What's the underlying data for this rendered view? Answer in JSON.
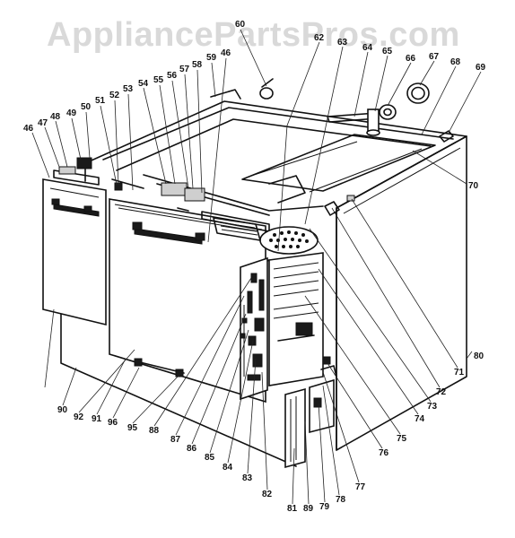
{
  "watermark": "AppliancePartsPros.com",
  "callouts": {
    "c46a": "46",
    "c47": "47",
    "c48": "48",
    "c49": "49",
    "c50": "50",
    "c51": "51",
    "c52": "52",
    "c53": "53",
    "c54": "54",
    "c55": "55",
    "c56": "56",
    "c57": "57",
    "c58": "58",
    "c46b": "46",
    "c60": "60",
    "c62": "62",
    "c63": "63",
    "c64": "64",
    "c65": "65",
    "c66": "66",
    "c67": "67",
    "c68": "68",
    "c69": "69",
    "c70": "70",
    "c71": "71",
    "c72": "72",
    "c73": "73",
    "c74": "74",
    "c75": "75",
    "c76": "76",
    "c77": "77",
    "c78": "78",
    "c79": "79",
    "c80": "80",
    "c81r": "81",
    "c82": "82",
    "c83": "83",
    "c84": "84",
    "c85": "85",
    "c86": "86",
    "c87": "87",
    "c88": "88",
    "c89": "89",
    "c90": "90",
    "c91": "91",
    "c92": "92",
    "c95": "95",
    "c96": "96",
    "c59": "59"
  }
}
